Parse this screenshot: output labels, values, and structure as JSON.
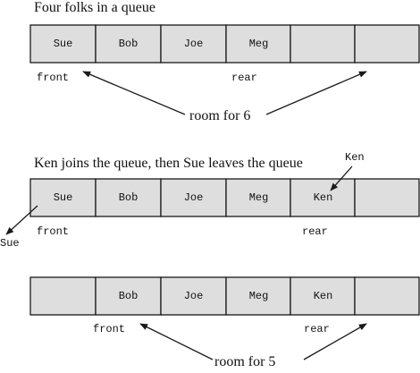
{
  "diagram1": {
    "caption": "Four folks in a queue",
    "cells": [
      "Sue",
      "Bob",
      "Joe",
      "Meg",
      "",
      ""
    ],
    "front_label": "front",
    "rear_label": "rear",
    "room_label": "room for 6"
  },
  "diagram2": {
    "caption": "Ken joins the queue, then Sue leaves the queue",
    "cells": [
      "Sue",
      "Bob",
      "Joe",
      "Meg",
      "Ken",
      ""
    ],
    "ken_label": "Ken",
    "sue_label": "Sue",
    "front_label": "front",
    "rear_label": "rear"
  },
  "diagram3": {
    "cells": [
      "",
      "Bob",
      "Joe",
      "Meg",
      "Ken",
      ""
    ],
    "front_label": "front",
    "rear_label": "rear",
    "room_label": "room for 5"
  },
  "colors": {
    "cell_fill": "#dedede",
    "stroke": "#1a1a1a"
  }
}
